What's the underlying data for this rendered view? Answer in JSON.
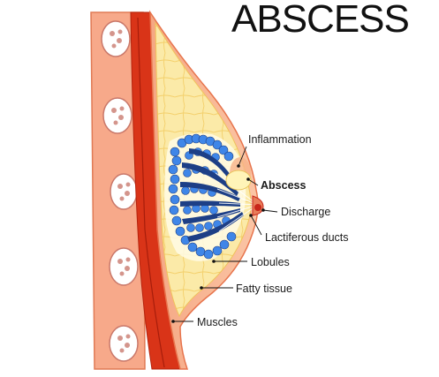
{
  "title": "ABSCESS",
  "labels": {
    "inflammation": "Inflammation",
    "abscess": "Abscess",
    "discharge": "Discharge",
    "lactiferous_ducts": "Lactiferous ducts",
    "lobules": "Lobules",
    "fatty_tissue": "Fatty tissue",
    "muscles": "Muscles"
  },
  "colors": {
    "skin": "#f7b48f",
    "skin_edge": "#e7744d",
    "muscle": "#d93418",
    "muscle_dark": "#b5230d",
    "fat": "#fbeaa8",
    "fat_grid": "#f4d06a",
    "lobule_blue": "#3f86e8",
    "lobule_dark": "#1d3f86",
    "abscess_fill": "#fff4b8",
    "discharge": "#c8261a"
  }
}
